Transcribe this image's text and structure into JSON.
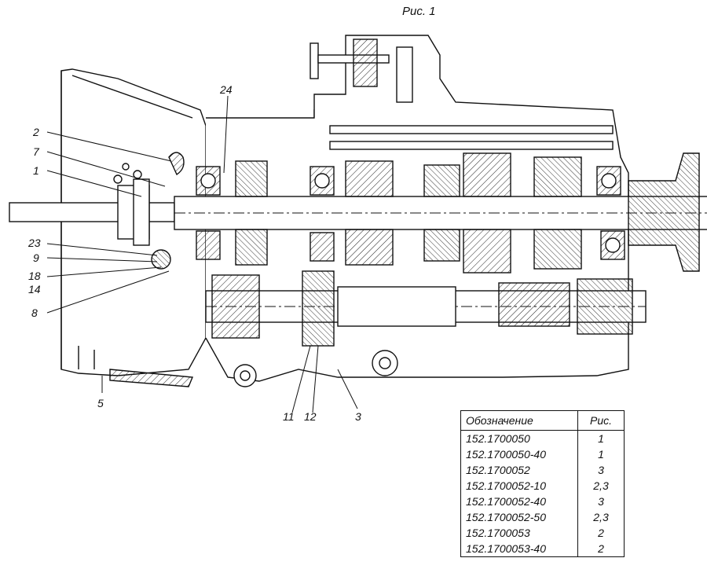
{
  "figure": {
    "caption": "Рис. 1"
  },
  "callouts": [
    {
      "id": "c2",
      "text": "2"
    },
    {
      "id": "c7",
      "text": "7"
    },
    {
      "id": "c1",
      "text": "1"
    },
    {
      "id": "c23",
      "text": "23"
    },
    {
      "id": "c9",
      "text": "9"
    },
    {
      "id": "c18",
      "text": "18"
    },
    {
      "id": "c14",
      "text": "14"
    },
    {
      "id": "c8",
      "text": "8"
    },
    {
      "id": "c5",
      "text": "5"
    },
    {
      "id": "c24",
      "text": "24"
    },
    {
      "id": "c11",
      "text": "11"
    },
    {
      "id": "c12",
      "text": "12"
    },
    {
      "id": "c3",
      "text": "3"
    }
  ],
  "table": {
    "headers": [
      "Обозначение",
      "Рис."
    ],
    "rows": [
      [
        "152.1700050",
        "1"
      ],
      [
        "152.1700050-40",
        "1"
      ],
      [
        "152.1700052",
        "3"
      ],
      [
        "152.1700052-10",
        "2,3"
      ],
      [
        "152.1700052-40",
        "3"
      ],
      [
        "152.1700052-50",
        "2,3"
      ],
      [
        "152.1700053",
        "2"
      ],
      [
        "152.1700053-40",
        "2"
      ]
    ]
  }
}
